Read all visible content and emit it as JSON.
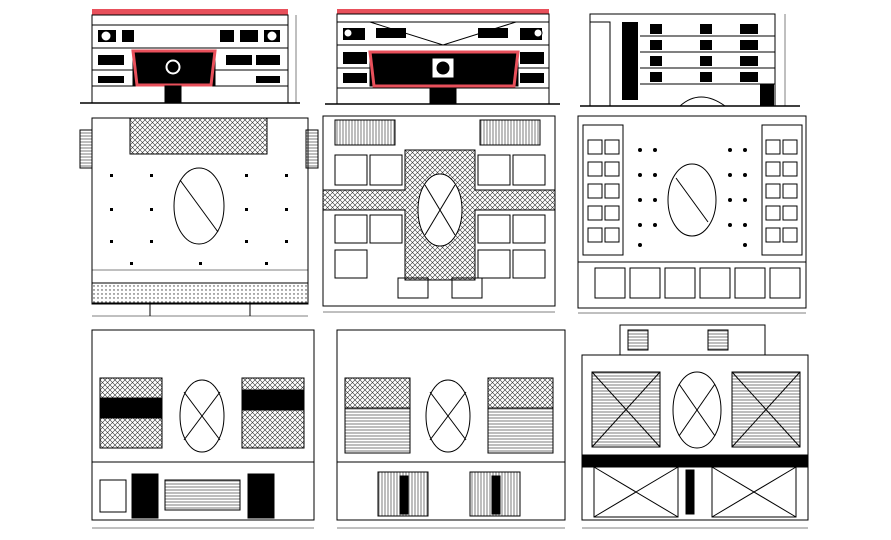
{
  "sheet": {
    "background": "#ffffff",
    "line_color": "#000000",
    "accent_color": "#e8505b",
    "hatch_color": "#444444"
  },
  "drawings": [
    {
      "id": "front-elevation-1",
      "kind": "elevation"
    },
    {
      "id": "front-elevation-2",
      "kind": "elevation"
    },
    {
      "id": "side-elevation",
      "kind": "elevation"
    },
    {
      "id": "ground-floor-plan",
      "kind": "plan"
    },
    {
      "id": "first-floor-plan",
      "kind": "plan"
    },
    {
      "id": "second-floor-plan",
      "kind": "plan"
    },
    {
      "id": "third-floor-plan",
      "kind": "plan"
    },
    {
      "id": "fourth-floor-plan",
      "kind": "plan"
    },
    {
      "id": "terrace-floor-plan",
      "kind": "plan"
    }
  ]
}
